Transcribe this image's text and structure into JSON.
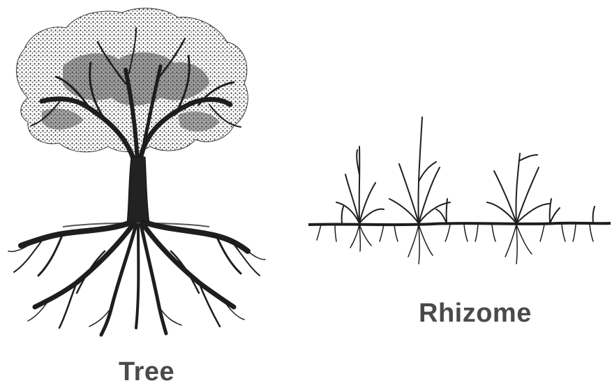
{
  "figure": {
    "panels": [
      {
        "id": "tree",
        "label": "Tree"
      },
      {
        "id": "rhizome",
        "label": "Rhizome"
      }
    ]
  },
  "colors": {
    "ink": "#1e1e1e",
    "label": "#4a4a4a",
    "background": "#ffffff"
  }
}
